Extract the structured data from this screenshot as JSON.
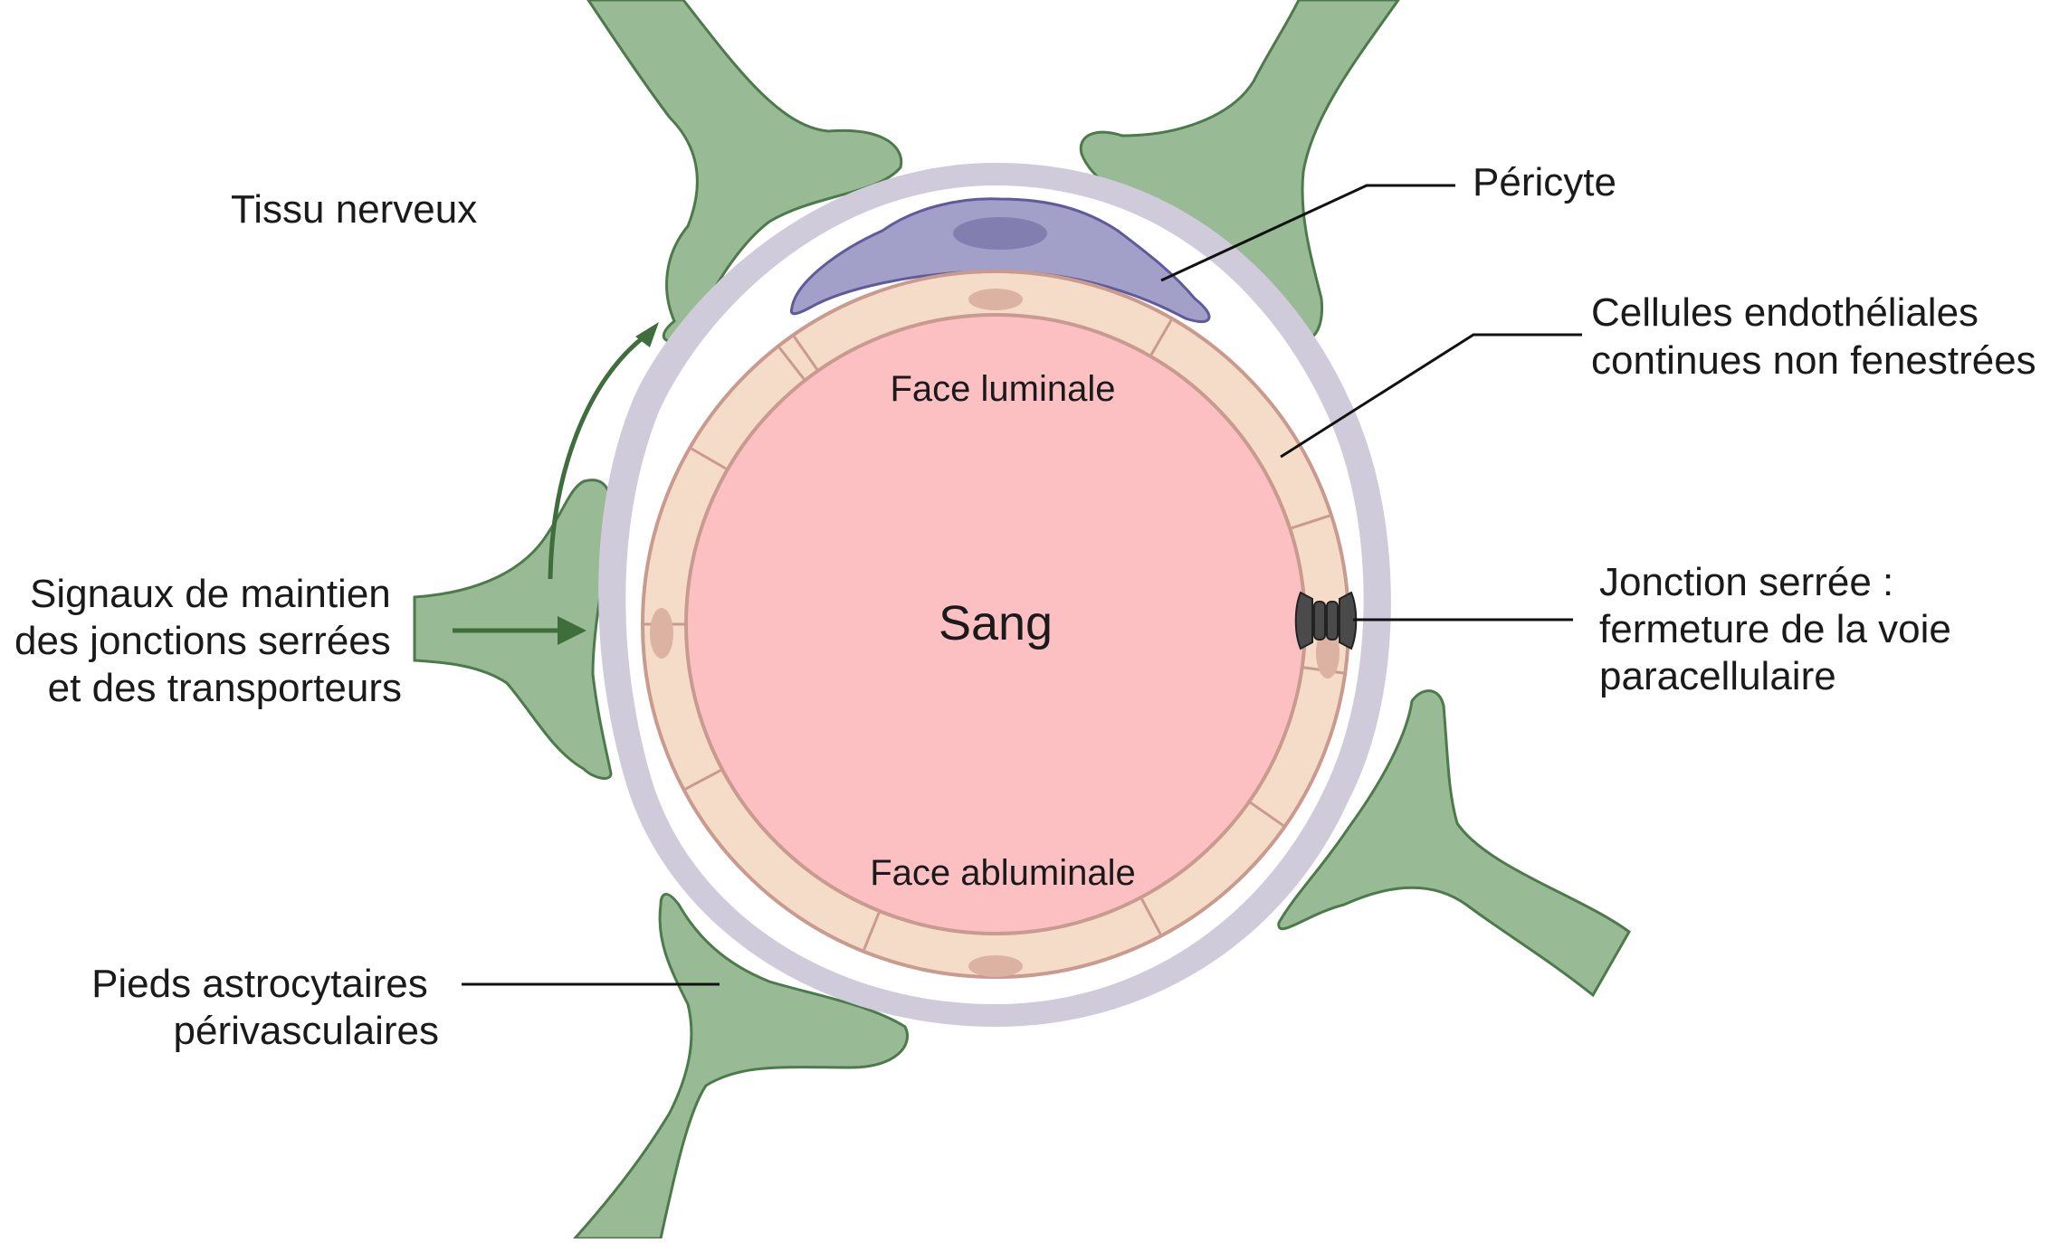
{
  "labels": {
    "tissu": "Tissu nerveux",
    "pericyte": "Péricyte",
    "endothelial": [
      "Cellules endothéliales",
      "continues non fenestrées"
    ],
    "signaux": [
      "Signaux de maintien",
      "des jonctions serrées",
      "et des transporteurs"
    ],
    "jonction": [
      "Jonction serrée :",
      "fermeture de la voie",
      "paracellulaire"
    ],
    "pieds": [
      "Pieds astrocytaires",
      "périvasculaires"
    ],
    "luminale": "Face luminale",
    "abluminale": "Face abluminale",
    "sang": "Sang"
  },
  "colors": {
    "astrocyte_fill": "#98bb96",
    "astrocyte_stroke": "#4d7a4b",
    "basement_membrane": "#cfcbdb",
    "pericyte_fill": "#a29fc9",
    "pericyte_stroke": "#5f5a9c",
    "pericyte_nucleus": "#827eb0",
    "endothelium_fill": "#f5dcc9",
    "endothelium_stroke": "#c99a8e",
    "endothelium_nucleus": "#dcb2a2",
    "blood": "#fcc0c3",
    "arrow": "#3f6e3c",
    "tight_junction": "#4a4a4a"
  }
}
